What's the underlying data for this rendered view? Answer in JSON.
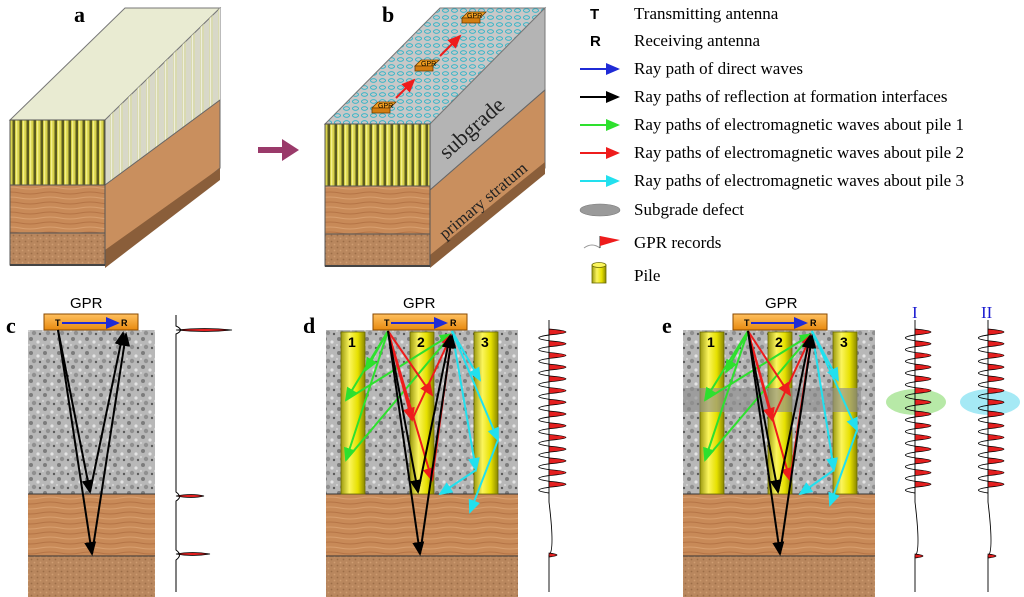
{
  "panels": {
    "a": "a",
    "b": "b",
    "c": "c",
    "d": "d",
    "e": "e"
  },
  "panel_b_labels": {
    "subgrade": "subgrade",
    "primary_stratum": "primary stratum",
    "gpr": "GPR"
  },
  "gpr_label": "GPR",
  "antenna_T": "T",
  "antenna_R": "R",
  "pile_numbers": [
    "1",
    "2",
    "3"
  ],
  "trace_labels": [
    "I",
    "II"
  ],
  "legend": [
    {
      "symbol": "T",
      "label": "Transmitting antenna",
      "kind": "text"
    },
    {
      "symbol": "R",
      "label": "Receiving antenna",
      "kind": "text"
    },
    {
      "symbol": "",
      "label": "Ray path of direct waves",
      "kind": "arrow",
      "color": "#1f2bd6"
    },
    {
      "symbol": "",
      "label": "Ray paths of reflection at formation interfaces",
      "kind": "arrow",
      "color": "#000000"
    },
    {
      "symbol": "",
      "label": "Ray paths of electromagnetic waves about pile 1",
      "kind": "arrow",
      "color": "#2ee02e"
    },
    {
      "symbol": "",
      "label": "Ray paths of electromagnetic waves about pile 2",
      "kind": "arrow",
      "color": "#ee1c1c"
    },
    {
      "symbol": "",
      "label": "Ray paths of electromagnetic waves about pile 3",
      "kind": "arrow",
      "color": "#22e0ee"
    },
    {
      "symbol": "",
      "label": "Subgrade defect",
      "kind": "defect"
    },
    {
      "symbol": "",
      "label": "GPR records",
      "kind": "flag"
    },
    {
      "symbol": "",
      "label": "Pile",
      "kind": "pile"
    }
  ],
  "colors": {
    "direct": "#1f2bd6",
    "reflection": "#000000",
    "pile1": "#2ee02e",
    "pile2": "#ee1c1c",
    "pile3": "#22e0ee",
    "gpr_box": "#f5a020",
    "pile_yellow": "#e6e000",
    "stratum": "#c8895a",
    "subgrade_gray": "#a9a9a9",
    "arrow_mid": "#9a3a6a"
  }
}
